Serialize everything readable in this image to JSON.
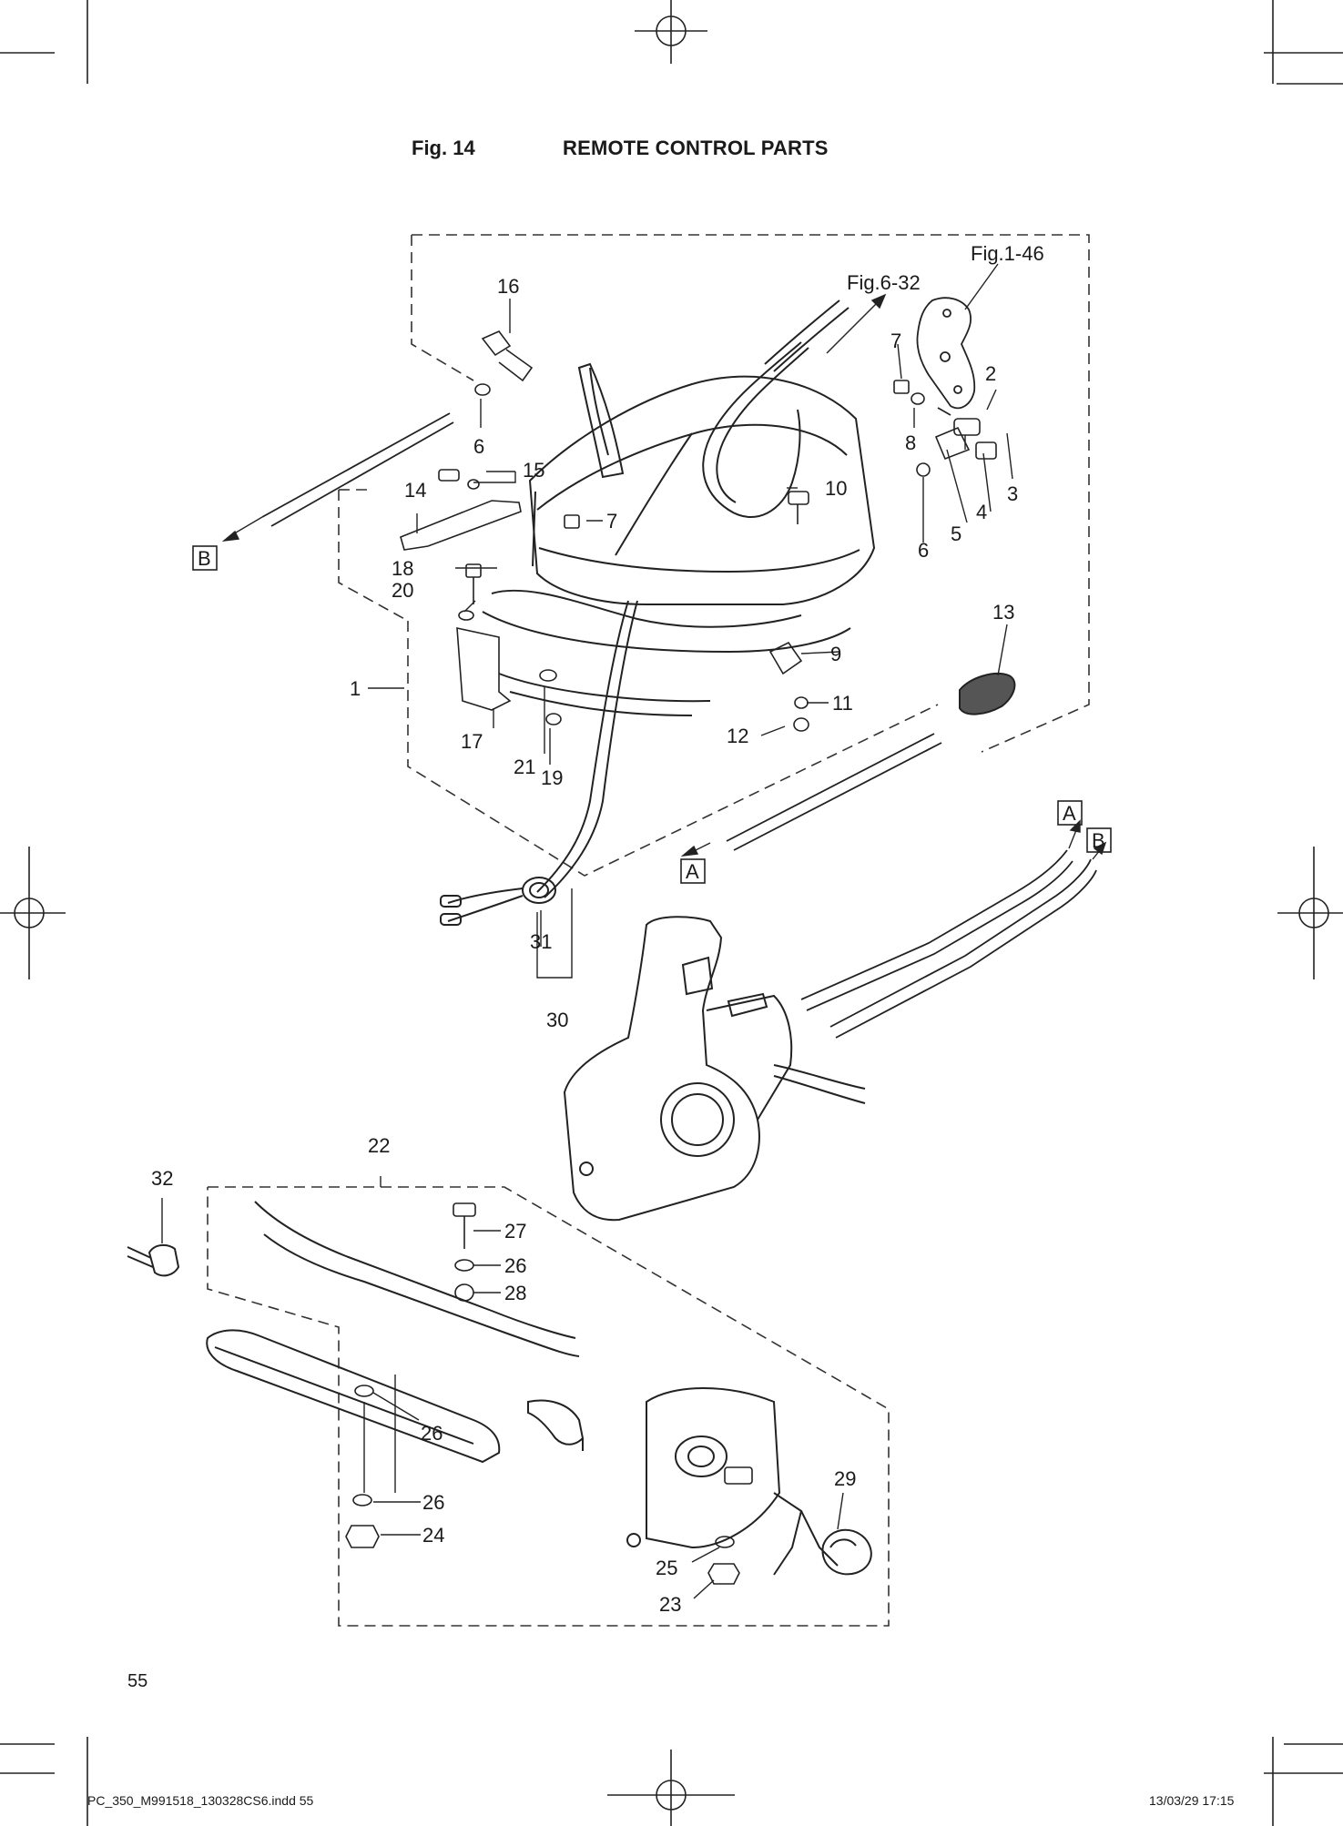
{
  "header": {
    "fig_label": "Fig. 14",
    "title": "REMOTE CONTROL PARTS"
  },
  "references": {
    "fig1": "Fig.1-46",
    "fig6": "Fig.6-32"
  },
  "box_labels": {
    "a": "A",
    "b": "B"
  },
  "callouts": {
    "c1": "1",
    "c2": "2",
    "c3": "3",
    "c4": "4",
    "c5": "5",
    "c6": "6",
    "c6b": "6",
    "c7": "7",
    "c7b": "7",
    "c8": "8",
    "c9": "9",
    "c10": "10",
    "c11": "11",
    "c12": "12",
    "c13": "13",
    "c14": "14",
    "c15": "15",
    "c16": "16",
    "c17": "17",
    "c18": "18",
    "c19": "19",
    "c20": "20",
    "c21": "21",
    "c22": "22",
    "c23": "23",
    "c24": "24",
    "c25": "25",
    "c26a": "26",
    "c26b": "26",
    "c26c": "26",
    "c27": "27",
    "c28": "28",
    "c29": "29",
    "c30": "30",
    "c31": "31",
    "c32": "32"
  },
  "footer": {
    "page_number": "55",
    "file_name": "PC_350_M991518_130328CS6.indd   55",
    "timestamp": "13/03/29   17:15"
  }
}
